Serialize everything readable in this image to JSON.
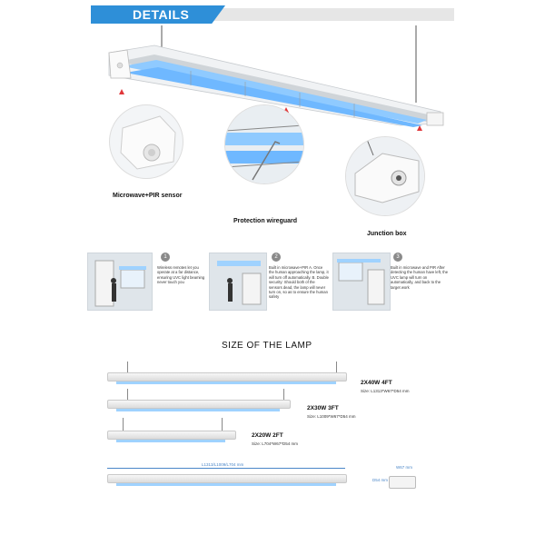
{
  "banner": {
    "title": "DETAILS"
  },
  "callouts": [
    {
      "label": "Microwave+PIR sensor"
    },
    {
      "label": "Protection wireguard"
    },
    {
      "label": "Junction box"
    }
  ],
  "steps": [
    {
      "number": "1",
      "text": "Wireless remotes let you operate at a far distance, ensuring UVC light beaming never touch you"
    },
    {
      "number": "2",
      "text": "Built in microwave+PIR A. Once the human approaching the lamp, it will turn off automatically. B. Double security: Should both of the sensors dead, the lamp will never turn on, so as to ensure the human safety"
    },
    {
      "number": "3",
      "text": "Built in microwave and PIR After detecting the human have left, the UVC lamp will turn on automatically, and back to the target work"
    }
  ],
  "size_section": {
    "title": "SIZE OF THE LAMP",
    "lamps": [
      {
        "model": "2X40W 4FT",
        "size": "Size: L1313*W67*D54 mm"
      },
      {
        "model": "2X30W 3FT",
        "size": "Size: L1009*W67*D54 mm"
      },
      {
        "model": "2X20W 2FT",
        "size": "Size: L704*W67*D54 mm"
      }
    ],
    "dimension": {
      "length": "L1313/L1009/L704 mm",
      "width": "W67 mm",
      "depth": "D54 mm"
    }
  }
}
